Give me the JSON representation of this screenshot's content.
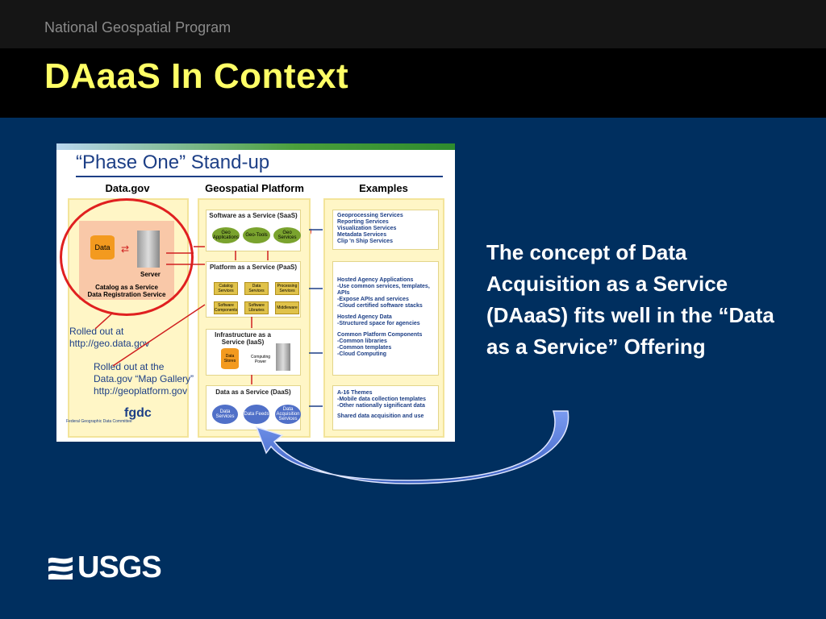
{
  "header": {
    "program": "National Geospatial Program",
    "title": "DAaaS In Context"
  },
  "diagram": {
    "title": "“Phase One” Stand-up",
    "columns": [
      "Data.gov",
      "Geospatial Platform",
      "Examples"
    ],
    "datagov": {
      "data_label": "Data",
      "server_label": "Server",
      "catalog_line1": "Catalog as a Service",
      "catalog_line2": "Data Registration Service",
      "rolled1_line1": "Rolled out at",
      "rolled1_line2": "http://geo.data.gov",
      "rolled2_line1": "Rolled out at the",
      "rolled2_line2": "Data.gov “Map Gallery”",
      "rolled2_line3": "http://geoplatform.gov",
      "fgdc": "fgdc",
      "fgdc_sub": "Federal Geographic Data Committee"
    },
    "platform": {
      "saas_title": "Software as a Service (SaaS)",
      "saas_items": [
        "Geo Applications",
        "Geo-Tools",
        "Geo Services"
      ],
      "paas_title": "Platform as a Service (PaaS)",
      "paas_items": [
        "Catalog Services",
        "Data Services",
        "Processing Services",
        "Software Components",
        "Software Libraries",
        "Middleware"
      ],
      "iaas_title": "Infrastructure as a Service (IaaS)",
      "iaas_items": [
        "Data Stores",
        "Computing Power"
      ],
      "daas_title": "Data as a Service (DaaS)",
      "daas_items": [
        "Data Services",
        "Data Feeds",
        "Data Acquisition Services"
      ]
    },
    "examples": {
      "saas": [
        "Geoprocessing Services",
        "Reporting Services",
        "Visualization Services",
        "Metadata Services",
        "Clip 'n Ship Services"
      ],
      "paas": [
        "Hosted Agency Applications",
        "-Use common services, templates, APIs",
        "-Expose APIs and services",
        "-Cloud certified software stacks",
        "",
        "Hosted Agency Data",
        "-Structured space for agencies",
        "",
        "Common Platform Components",
        "-Common libraries",
        "-Common templates",
        "-Cloud Computing"
      ],
      "daas": [
        "A-16 Themes",
        "-Mobile data collection templates",
        "-Other nationally significant data",
        "",
        "Shared data acquisition and use"
      ]
    }
  },
  "body_text": "The concept of Data Acquisition as a Service (DAaaS) fits well in the “Data as a Service” Offering",
  "logo": {
    "text": "USGS"
  },
  "colors": {
    "background": "#002f5f",
    "title": "#ffff66",
    "program": "#8a8a8a",
    "arrow": "#5b7fd6"
  }
}
